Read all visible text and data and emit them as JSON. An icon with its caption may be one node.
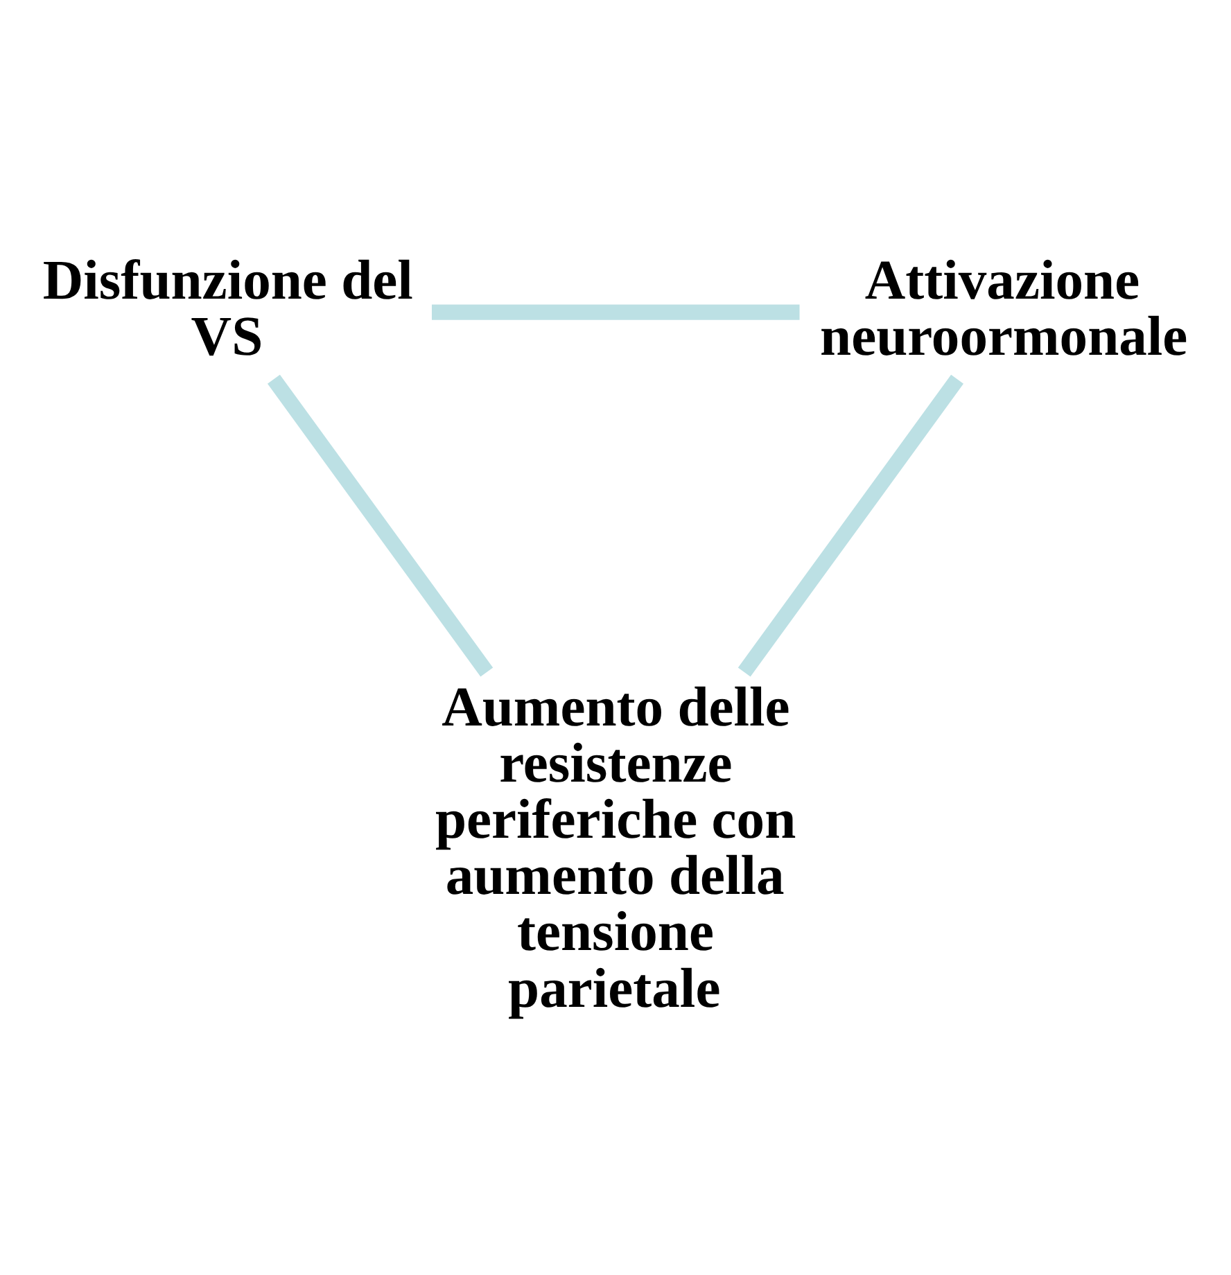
{
  "diagram": {
    "nodes": [
      {
        "text": [
          "Disfunzione del VS"
        ]
      },
      {
        "text": [
          "Attivazione neuroormonale"
        ]
      },
      {
        "text": [
          "Aumento delle resistenze periferiche con aumento della tensione parietale"
        ]
      }
    ],
    "edges": [
      {
        "from": 0,
        "to": 1,
        "arrow": "none",
        "color": "#bce0e4"
      },
      {
        "from": 1,
        "to": 2,
        "arrow": "none",
        "color": "#bce0e4"
      },
      {
        "from": 2,
        "to": 0,
        "arrow": "none",
        "color": "#bce0e4"
      }
    ]
  }
}
